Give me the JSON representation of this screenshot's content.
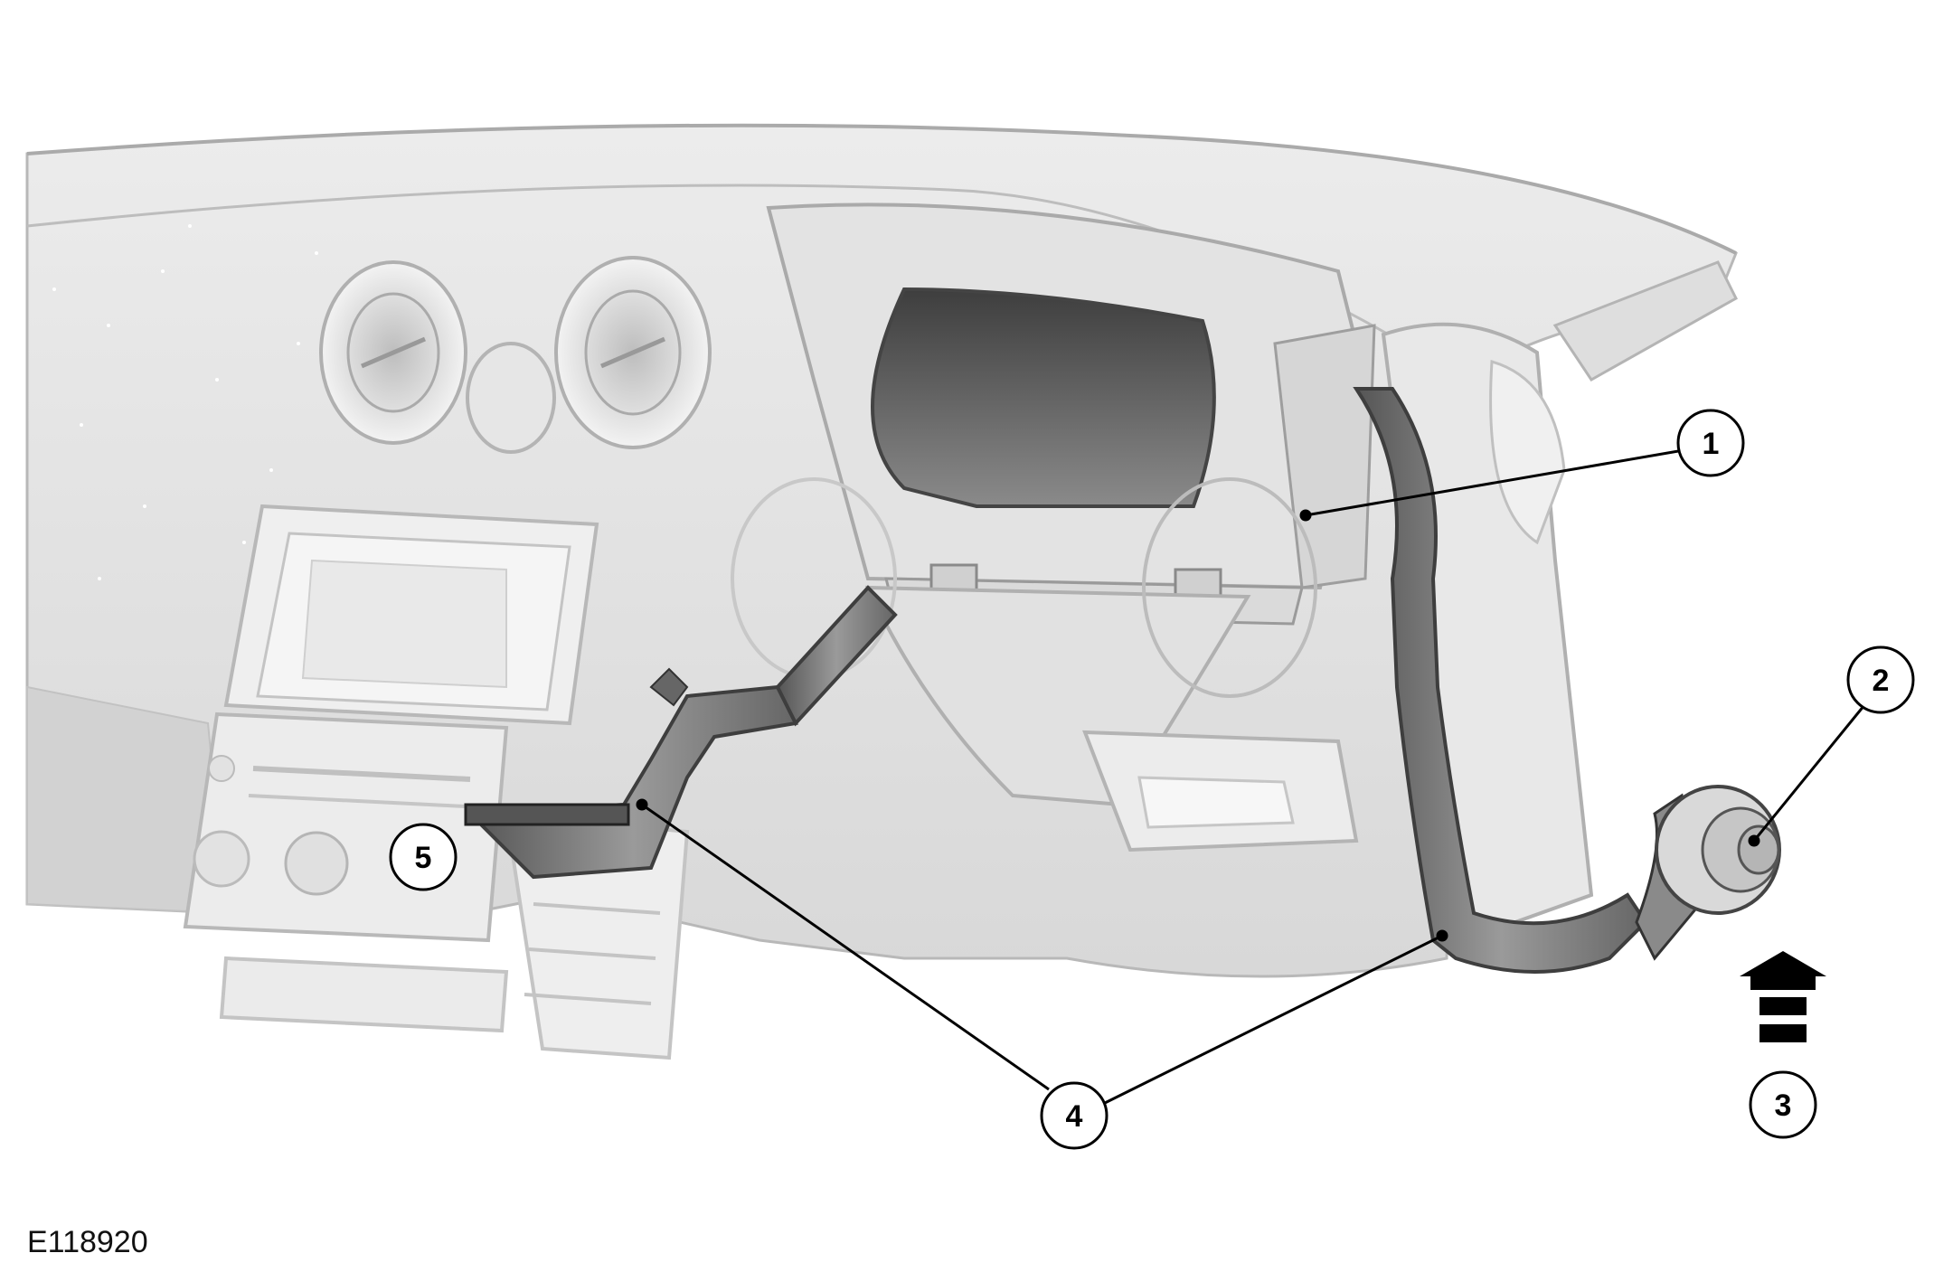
{
  "figure_id": "E118920",
  "callouts": [
    {
      "id": "c1",
      "label": "1"
    },
    {
      "id": "c2",
      "label": "2"
    },
    {
      "id": "c3",
      "label": "3"
    },
    {
      "id": "c4",
      "label": "4"
    },
    {
      "id": "c5",
      "label": "5"
    }
  ],
  "colors": {
    "dashboard": "#e4e4e4",
    "dashboard_shadow": "#c9c9c9",
    "outline": "#b0b0b0",
    "cluster_screen": "#5a5a5a",
    "duct": "#6e6e6e",
    "arrow": "#000000"
  },
  "icons": [
    "upward-airflow-arrow-icon"
  ]
}
